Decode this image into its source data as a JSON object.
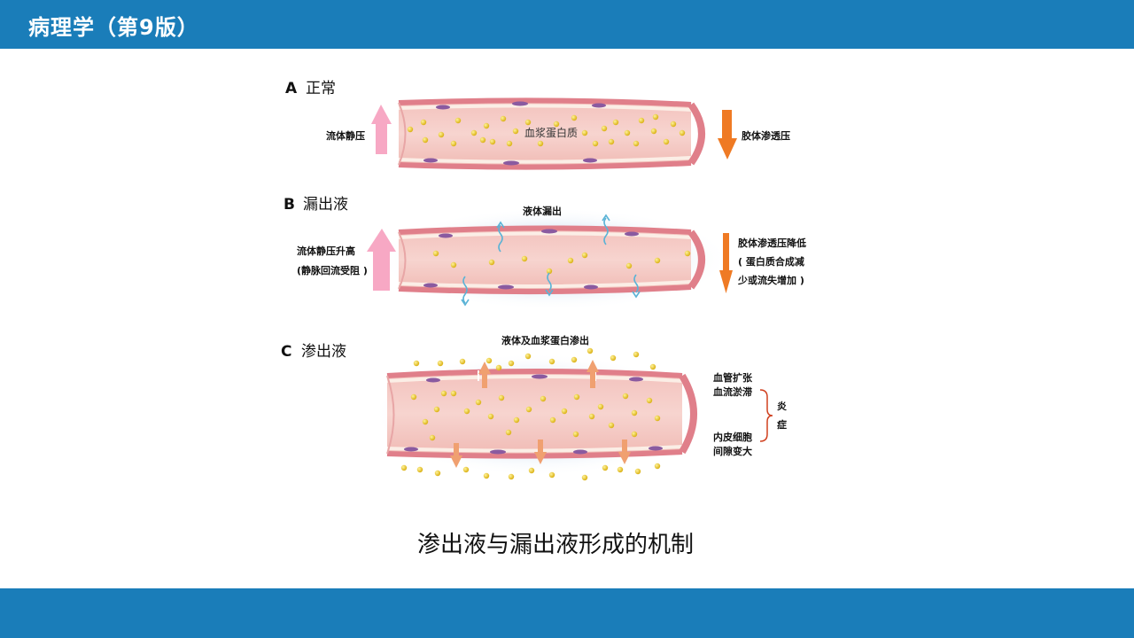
{
  "header": {
    "title": "病理学（第9版）"
  },
  "panels": {
    "a": {
      "letter": "A",
      "name": "正常",
      "left_label": "流体静压",
      "right_label": "胶体渗透压",
      "center_label": "血浆蛋白质"
    },
    "b": {
      "letter": "B",
      "name": "漏出液",
      "top_label": "液体漏出",
      "left_label_1": "流体静压升高",
      "left_label_2": "(静脉回流受阻 )",
      "right_label_1": "胶体渗透压降低",
      "right_label_2": "( 蛋白质合成减",
      "right_label_3": "少或流失增加 )"
    },
    "c": {
      "letter": "C",
      "name": "渗出液",
      "top_label": "液体及血浆蛋白渗出",
      "right_label_1": "血管扩张",
      "right_label_2": "血流淤滞",
      "right_label_3": "内皮细胞",
      "right_label_4": "间隙变大",
      "bracket_1": "炎",
      "bracket_2": "症"
    }
  },
  "caption": "渗出液与漏出液形成的机制",
  "colors": {
    "header_bar": "#1a7db9",
    "vessel_wall": "#e07f8a",
    "vessel_lumen": "#f4c7c2",
    "endothelium": "#fbeee6",
    "nucleus": "#8a5aa0",
    "protein": "#e9c31d",
    "pink_arrow": "#f7a8c4",
    "orange_arrow": "#ef7a24",
    "leak_color": "#5bb3d6"
  }
}
